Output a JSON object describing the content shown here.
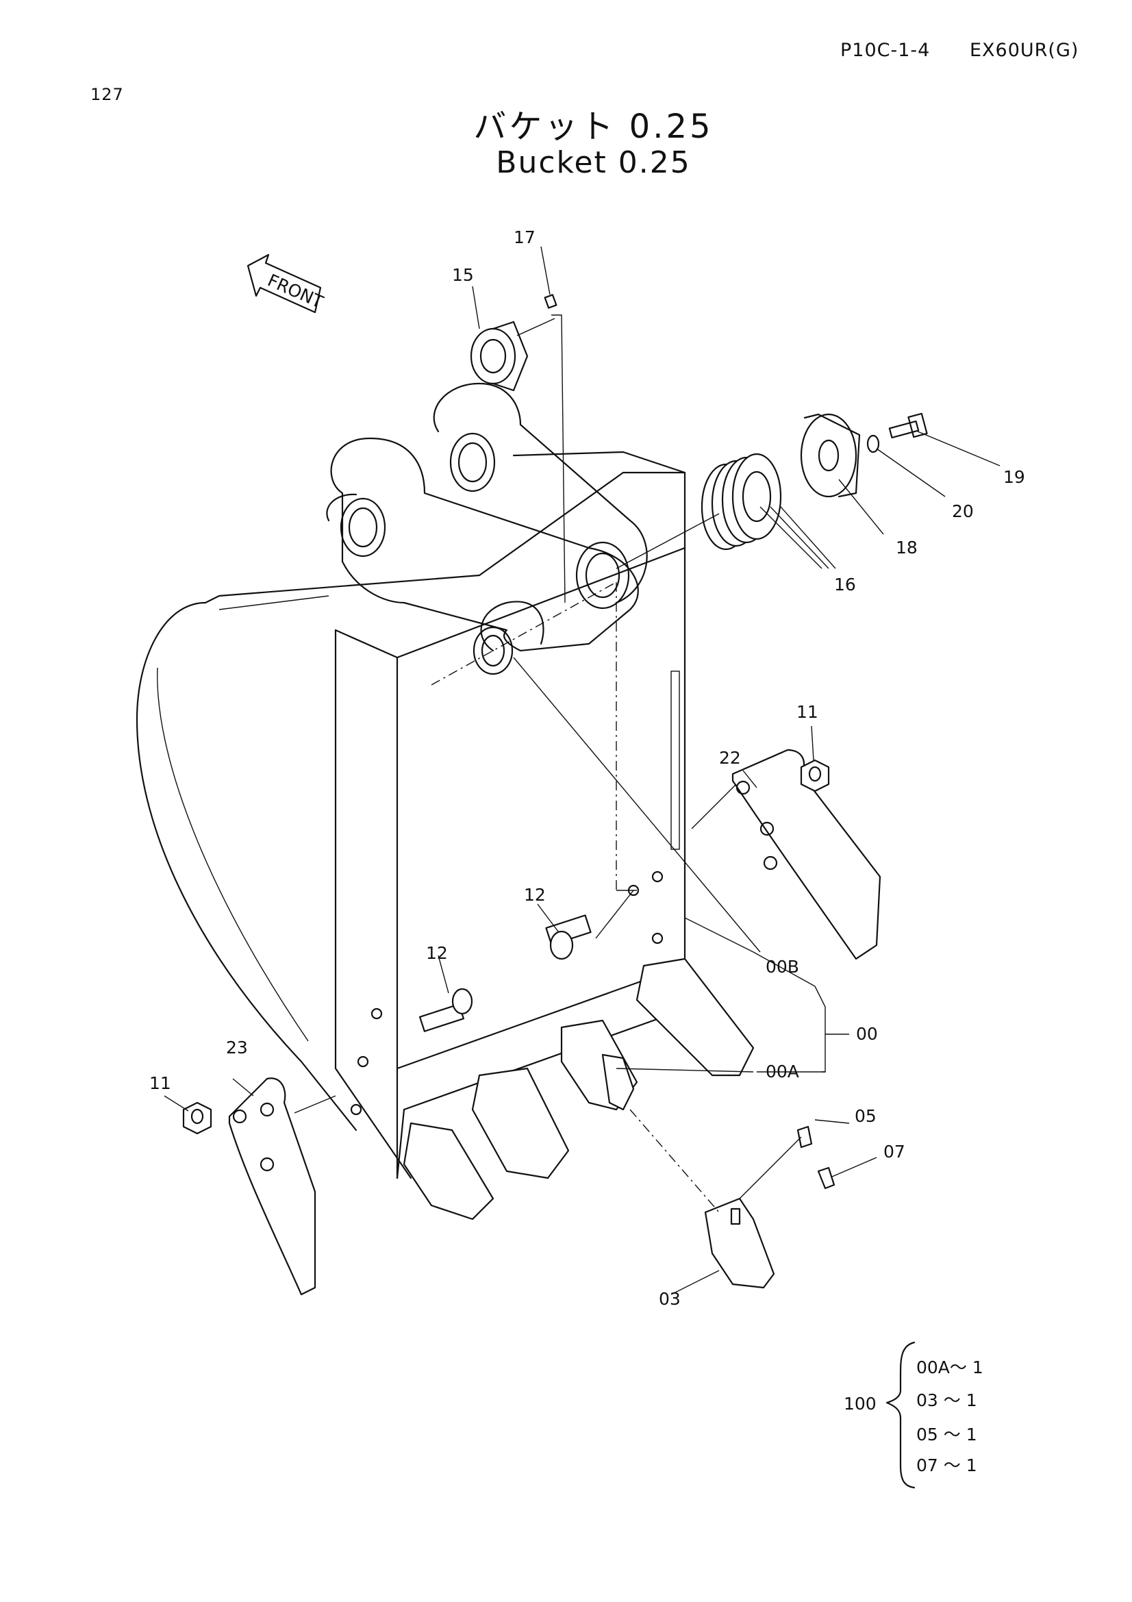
{
  "header": {
    "page_number": "127",
    "ref_code": "P10C-1-4",
    "model": "EX60UR(G)"
  },
  "title": {
    "jp": "バケット 0.25",
    "en": "Bucket 0.25"
  },
  "front_label": "FRONT",
  "callouts": {
    "c17": "17",
    "c15": "15",
    "c19": "19",
    "c20": "20",
    "c18": "18",
    "c16": "16",
    "c11a": "11",
    "c22": "22",
    "c12a": "12",
    "c12b": "12",
    "c00B": "00B",
    "c00": "00",
    "c00A": "00A",
    "c23": "23",
    "c11b": "11",
    "c05": "05",
    "c07": "07",
    "c03": "03"
  },
  "assembly": {
    "id": "100",
    "items": [
      "00A～ 1",
      "03 ～ 1",
      "05 ～ 1",
      "07 ～ 1"
    ]
  }
}
